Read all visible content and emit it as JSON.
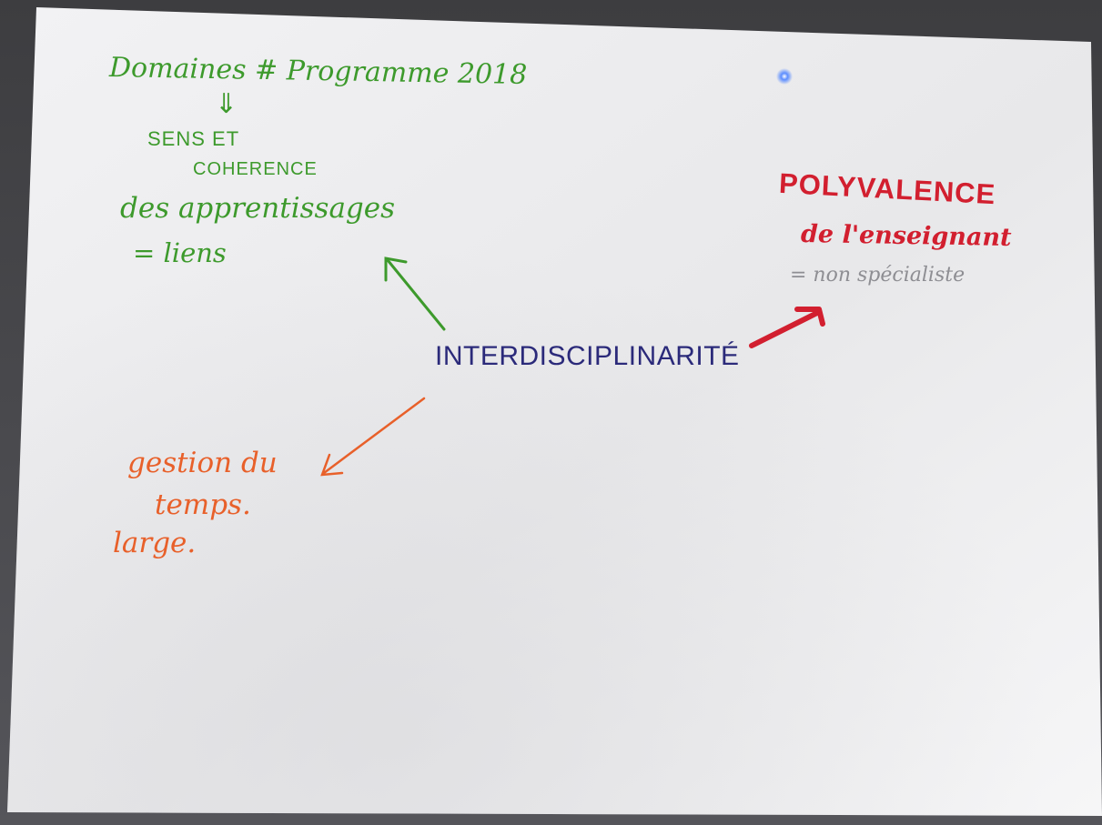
{
  "colors": {
    "green": "#3d9a2c",
    "navy": "#2b2a7a",
    "red": "#d21f2f",
    "grey": "#8e8e93",
    "orange": "#e8602a",
    "paper": "#f1f1f3"
  },
  "topic_domaines": {
    "title": "Domaines # Programme 2018",
    "down_arrow": "⇓",
    "line1": "SENS ET",
    "line2": "COHERENCE",
    "line3": "des apprentissages",
    "line4": "= liens"
  },
  "center": {
    "label": "INTERDISCIPLINARITÉ"
  },
  "topic_polyvalence": {
    "title": "POLYVALENCE",
    "line2": "de l'enseignant",
    "line3": "= non spécialiste"
  },
  "topic_temps": {
    "line1": "gestion du",
    "line2": "temps.",
    "line3": "large."
  },
  "arrows": [
    {
      "from": "center",
      "to": "topic_domaines",
      "color": "green",
      "icon": "arrow-up-left"
    },
    {
      "from": "center",
      "to": "topic_polyvalence",
      "color": "red",
      "icon": "arrow-up-right"
    },
    {
      "from": "center",
      "to": "topic_temps",
      "color": "orange",
      "icon": "arrow-down-left"
    }
  ]
}
